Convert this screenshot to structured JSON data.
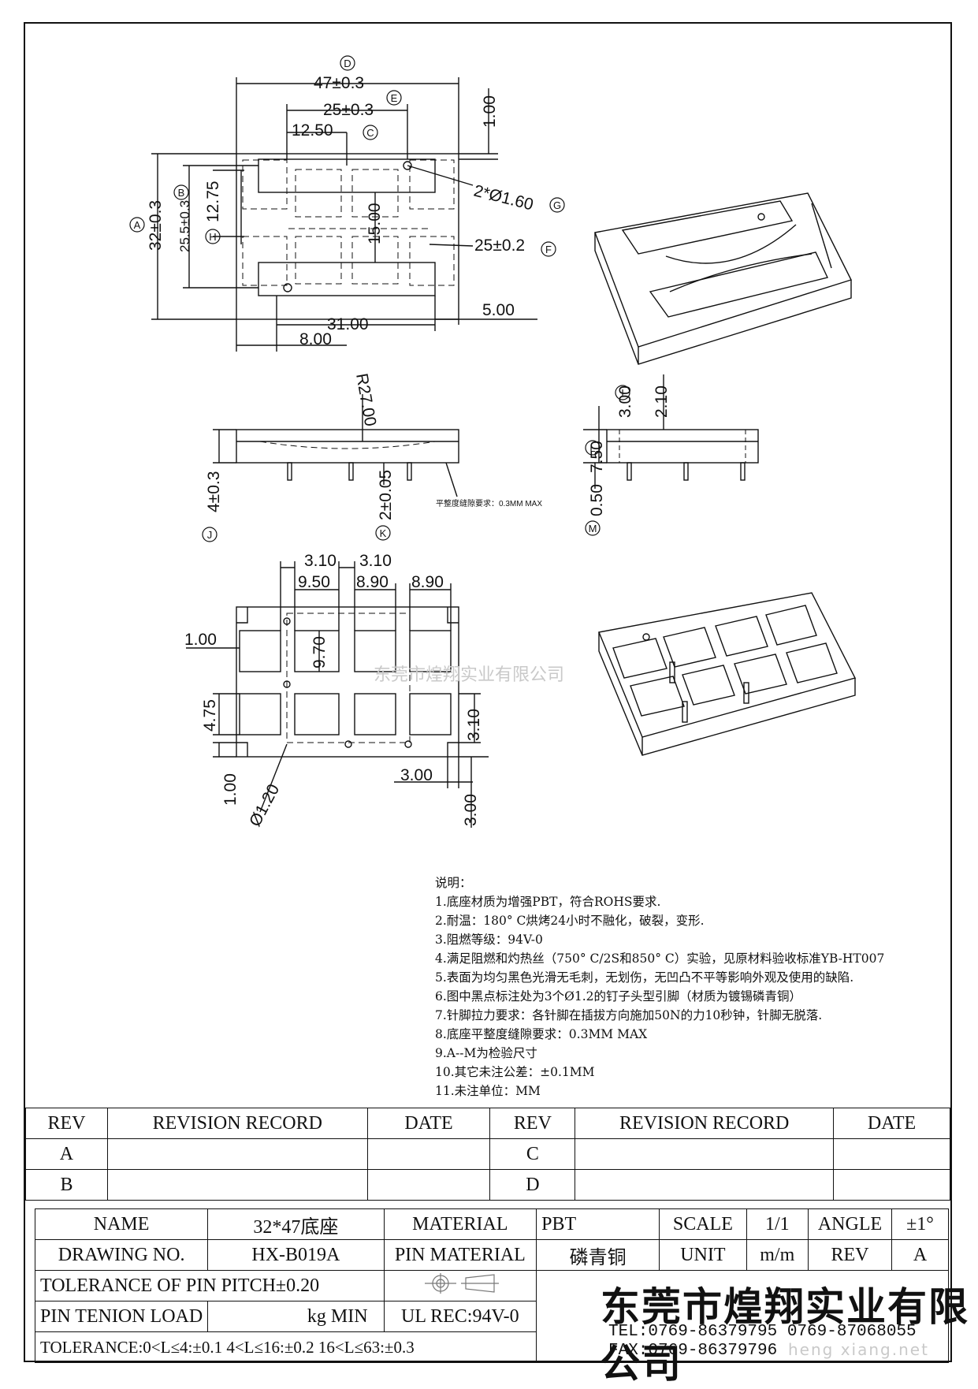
{
  "top_view": {
    "dim_width": "47±0.3",
    "dim_inner": "25±0.3",
    "dim_half": "12.50",
    "dim_top_gap": "1.00",
    "dim_height": "32±0.3",
    "dim_inner_height": "25.5±0.3",
    "dim_1275": "12.75",
    "dim_15": "15.00",
    "dim_hole": "2*Ø1.60",
    "dim_25_02": "25±0.2",
    "dim_31": "31.00",
    "dim_8": "8.00",
    "dim_5": "5.00",
    "mark_a": "A",
    "mark_b": "B",
    "mark_c": "C",
    "mark_d": "D",
    "mark_e": "E",
    "mark_f": "F",
    "mark_g": "G",
    "mark_h": "H"
  },
  "front_view": {
    "dim_r27": "R27.00",
    "dim_4": "4±0.3",
    "dim_2": "2±0.05",
    "flat_note": "平整度缝隙要求：0.3MM  MAX",
    "mark_j": "J",
    "mark_k": "K"
  },
  "side_view": {
    "dim_3": "3.00",
    "dim_210": "2.10",
    "dim_75": "7.50",
    "dim_05": "0.50",
    "mark_i": "I",
    "mark_l": "L",
    "mark_m": "M"
  },
  "bottom_view": {
    "dim_310a": "3.10",
    "dim_310b": "3.10",
    "dim_950": "9.50",
    "dim_890a": "8.90",
    "dim_890b": "8.90",
    "dim_1": "1.00",
    "dim_970": "9.70",
    "dim_475": "4.75",
    "dim_310c": "3.10",
    "dim_1b": "1.00",
    "dim_120": "Ø1.20",
    "dim_3a": "3.00",
    "dim_3b": "3.00"
  },
  "watermark": "东莞市煌翔实业有限公司",
  "watermark_url": "heng xiang.net",
  "notes": {
    "title": "说明：",
    "items": [
      "1.底座材质为增强PBT，符合ROHS要求.",
      "2.耐温：180° C烘烤24小时不融化，破裂，变形.",
      "3.阻燃等级：94V-0",
      "4.满足阻燃和灼热丝（750° C/2S和850° C）实验，见原材料验收标准YB-HT007",
      "5.表面为均匀黑色光滑无毛刺，无划伤，无凹凸不平等影响外观及使用的缺陷.",
      "6.图中黑点标注处为3个Ø1.2的钉子头型引脚（材质为镀锡磷青铜）",
      "7.针脚拉力要求：各针脚在插拔方向施加50N的力10秒钟，针脚无脱落.",
      "8.底座平整度缝隙要求：0.3MM   MAX",
      "9.A--M为检验尺寸",
      "10.其它未注公差：±0.1MM",
      "11.未注单位：MM"
    ]
  },
  "revision": {
    "rev_label": "REV",
    "record_label": "REVISION RECORD",
    "date_label": "DATE",
    "rev_a": "A",
    "rev_b": "B",
    "rev_c": "C",
    "rev_d": "D"
  },
  "title_block": {
    "name_label": "NAME",
    "name_value": "32*47底座",
    "material_label": "MATERIAL",
    "material_value": "PBT",
    "scale_label": "SCALE",
    "scale_value": "1/1",
    "angle_label": "ANGLE",
    "angle_value": "±1°",
    "drawing_label": "DRAWING NO.",
    "drawing_value": "HX-B019A",
    "pin_material_label": "PIN MATERIAL",
    "pin_material_value": "磷青铜",
    "unit_label": "UNIT",
    "unit_value": "m/m",
    "rev_label": "REV",
    "rev_value": "A",
    "tol_pitch": "TOLERANCE OF PIN PITCH±0.20",
    "pin_load_label": "PIN TENION LOAD",
    "pin_load_value": "kg MIN",
    "ul_rec": "UL REC:94V-0",
    "tolerance": "TOLERANCE:0<L≤4:±0.1  4<L≤16:±0.2  16<L≤63:±0.3"
  },
  "company": {
    "name": "东莞市煌翔实业有限公司",
    "tel": "TEL:0769-86379795   0769-87068055",
    "fax": "FAX:0769-86379796"
  }
}
